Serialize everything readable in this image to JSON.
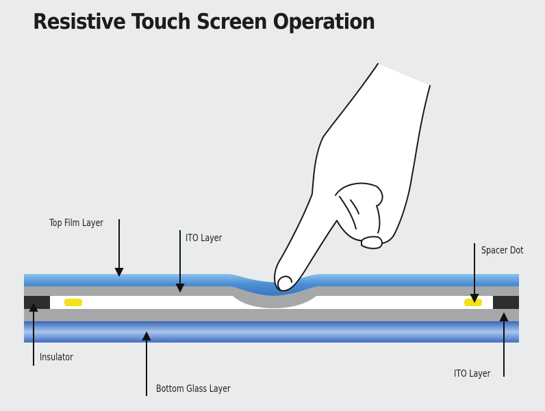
{
  "title": "Resistive Touch Screen Operation",
  "labels": {
    "top_film": "Top Film Layer",
    "ito_top": "ITO Layer",
    "spacer_dot": "Spacer Dot",
    "insulator": "Insulator",
    "bottom_glass": "Bottom Glass Layer",
    "ito_bottom": "ITO Layer"
  },
  "colors": {
    "film_blue": "#5a9ad6",
    "glass_blue": "#3f6fc2",
    "ito_gray": "#a6a7a9",
    "gap_white": "#ffffff",
    "spacer_yellow": "#f3e21c",
    "insulator_dark": "#2e2e2e"
  }
}
